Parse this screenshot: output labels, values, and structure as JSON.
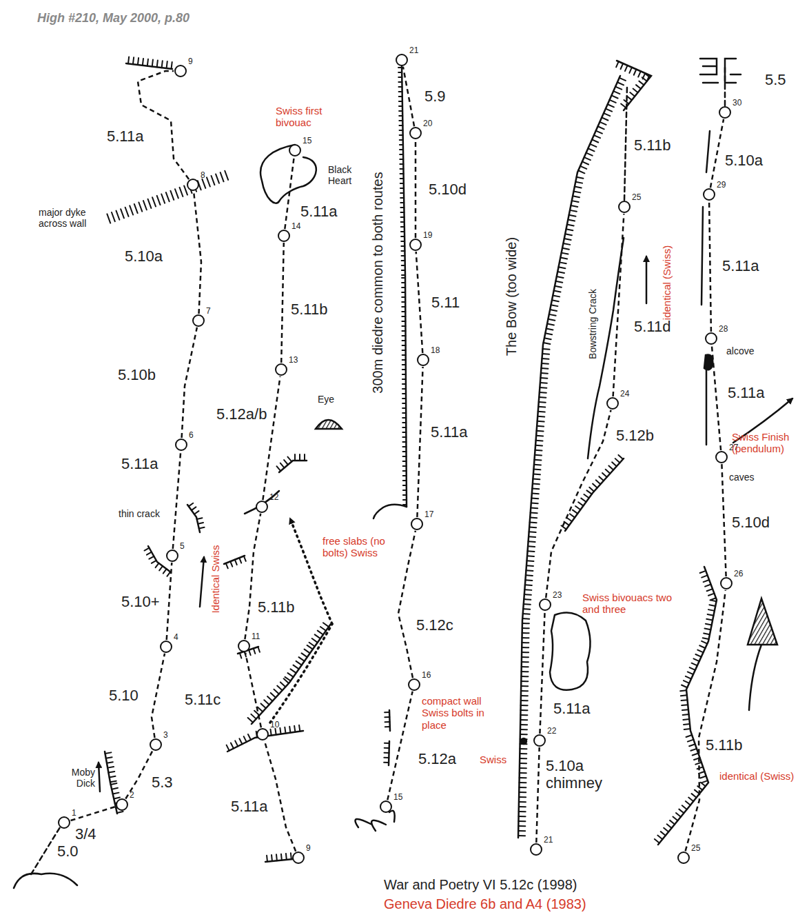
{
  "diagram": {
    "title": "High #210, May 2000, p.80",
    "nodes": [
      {
        "text": [
          "1"
        ]
      },
      {
        "text": [
          "2"
        ]
      },
      {
        "text": [
          "3"
        ]
      },
      {
        "text": [
          "4"
        ]
      },
      {
        "text": [
          "5"
        ]
      },
      {
        "text": [
          "6"
        ]
      },
      {
        "text": [
          "7"
        ]
      },
      {
        "text": [
          "8"
        ]
      },
      {
        "text": [
          "9"
        ]
      },
      {
        "text": [
          "9"
        ]
      },
      {
        "text": [
          "10"
        ]
      },
      {
        "text": [
          "11"
        ]
      },
      {
        "text": [
          "12"
        ]
      },
      {
        "text": [
          "13"
        ]
      },
      {
        "text": [
          "14"
        ]
      },
      {
        "text": [
          "15"
        ]
      },
      {
        "text": [
          "15"
        ]
      },
      {
        "text": [
          "16"
        ]
      },
      {
        "text": [
          "17"
        ]
      },
      {
        "text": [
          "18"
        ]
      },
      {
        "text": [
          "19"
        ]
      },
      {
        "text": [
          "20"
        ]
      },
      {
        "text": [
          "21"
        ]
      },
      {
        "text": [
          "21"
        ]
      },
      {
        "text": [
          "22"
        ]
      },
      {
        "text": [
          "23"
        ]
      },
      {
        "text": [
          "24"
        ]
      },
      {
        "text": [
          "25"
        ]
      },
      {
        "text": [
          "25"
        ]
      },
      {
        "text": [
          "26"
        ]
      },
      {
        "text": [
          "27"
        ]
      },
      {
        "text": [
          "28"
        ]
      },
      {
        "text": [
          "29"
        ]
      },
      {
        "text": [
          "30"
        ]
      }
    ],
    "edges": [
      {
        "from": 0,
        "to": 1,
        "arrow": "none",
        "label": "3/4"
      },
      {
        "from": 1,
        "to": 2,
        "arrow": "none",
        "label": "5.3"
      },
      {
        "from": 2,
        "to": 3,
        "arrow": "none",
        "label": "5.10"
      },
      {
        "from": 3,
        "to": 4,
        "arrow": "none",
        "label": "5.10+"
      },
      {
        "from": 4,
        "to": 5,
        "arrow": "none",
        "label": "5.11a"
      },
      {
        "from": 5,
        "to": 6,
        "arrow": "none",
        "label": "5.10b"
      },
      {
        "from": 6,
        "to": 7,
        "arrow": "none",
        "label": "5.10a"
      },
      {
        "from": 7,
        "to": 8,
        "arrow": "none",
        "label": "5.11a"
      },
      {
        "from": 9,
        "to": 10,
        "arrow": "none",
        "label": "5.11a"
      },
      {
        "from": 10,
        "to": 11,
        "arrow": "none",
        "label": "5.11c"
      },
      {
        "from": 11,
        "to": 12,
        "arrow": "none",
        "label": "5.11b"
      },
      {
        "from": 12,
        "to": 13,
        "arrow": "none",
        "label": "5.12a/b"
      },
      {
        "from": 13,
        "to": 14,
        "arrow": "none",
        "label": "5.11b"
      },
      {
        "from": 14,
        "to": 15,
        "arrow": "none",
        "label": "5.11a"
      },
      {
        "from": 16,
        "to": 17,
        "arrow": "none",
        "label": "5.12a"
      },
      {
        "from": 17,
        "to": 18,
        "arrow": "none",
        "label": "5.12c"
      },
      {
        "from": 18,
        "to": 19,
        "arrow": "none",
        "label": "5.11a"
      },
      {
        "from": 19,
        "to": 20,
        "arrow": "none",
        "label": "5.11"
      },
      {
        "from": 20,
        "to": 21,
        "arrow": "none",
        "label": "5.10d"
      },
      {
        "from": 21,
        "to": 22,
        "arrow": "none",
        "label": "5.9"
      },
      {
        "from": 23,
        "to": 24,
        "arrow": "none",
        "label": "5.10a chimney"
      },
      {
        "from": 24,
        "to": 25,
        "arrow": "none",
        "label": "5.11a"
      },
      {
        "from": 25,
        "to": 26,
        "arrow": "none",
        "label": "5.12b"
      },
      {
        "from": 26,
        "to": 27,
        "arrow": "none",
        "label": "5.11d"
      },
      {
        "from": 28,
        "to": 29,
        "arrow": "none",
        "label": "5.11b"
      },
      {
        "from": 29,
        "to": 30,
        "arrow": "none",
        "label": "5.10d"
      },
      {
        "from": 30,
        "to": 31,
        "arrow": "none",
        "label": "5.11a"
      },
      {
        "from": 31,
        "to": 32,
        "arrow": "none",
        "label": "5.11a"
      },
      {
        "from": 32,
        "to": 33,
        "arrow": "none",
        "label": "5.10a"
      }
    ],
    "labels": [
      "5.0",
      "Moby Dick",
      "major dyke across wall",
      "thin crack",
      "Identical Swiss",
      "Swiss first bivouac",
      "Black Heart",
      "Eye",
      "free slabs (no bolts) Swiss",
      "300m diedre common to both routes",
      "compact wall Swiss bolts in place",
      "The Bow (too wide)",
      "Swiss",
      "Swiss bivouacs two and three",
      "Bowstring Crack",
      "identical (Swiss)",
      "5.11b",
      "alcove",
      "caves",
      "Swiss Finish (pendulum)",
      "identical (Swiss)",
      "5.5",
      "War and Poetry VI 5.12c (1998)",
      "Geneva Diedre 6b and A4 (1983)"
    ]
  }
}
